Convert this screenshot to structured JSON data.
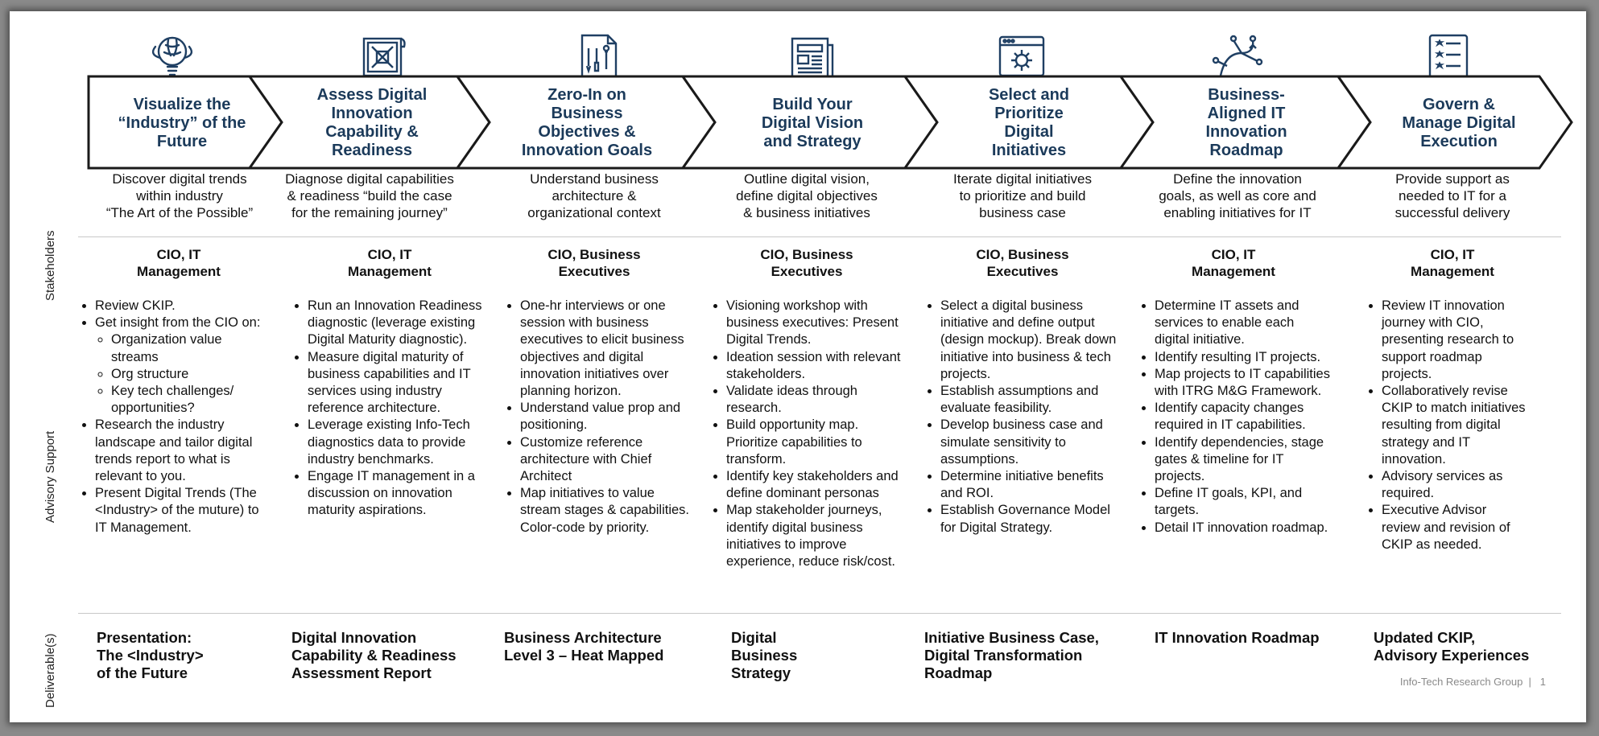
{
  "side_labels": {
    "stakeholders": "Stakeholders",
    "advisory": "Advisory Support",
    "deliverables": "Deliverable(s)"
  },
  "footer": {
    "org": "Info-Tech Research Group",
    "separator": "|",
    "page": "1"
  },
  "colors": {
    "title": "#1b3a5a",
    "icon": "#1f3f63",
    "chevron_stroke": "#1a1a1a"
  },
  "phases": [
    {
      "icon": "brain-lightbulb-icon",
      "title": [
        "Visualize the",
        "“Industry” of the",
        "Future"
      ],
      "desc": [
        "Discover digital trends",
        "within industry",
        "“The Art of the Possible”"
      ],
      "stakeholders": [
        "CIO, IT",
        "Management"
      ],
      "bullets": [
        "Review CKIP.",
        "Get insight from the CIO on:",
        "Research the industry landscape and tailor digital trends report to what is relevant to you.",
        "Present Digital Trends (The <Industry> of the muture) to IT Management."
      ],
      "sub_bullets": [
        "Organization value streams",
        "Org structure",
        "Key tech challenges/ opportunities?"
      ],
      "deliverable": [
        "Presentation:",
        "The <Industry>",
        "of the Future"
      ]
    },
    {
      "icon": "blueprint-icon",
      "title": [
        "Assess Digital",
        "Innovation",
        "Capability &",
        "Readiness"
      ],
      "desc": [
        "Diagnose digital capabilities",
        "& readiness “build the case",
        "for the remaining journey”"
      ],
      "stakeholders": [
        "CIO, IT",
        "Management"
      ],
      "bullets": [
        "Run an Innovation Readiness diagnostic (leverage existing Digital Maturity diagnostic).",
        "Measure digital maturity of business capabilities and IT services using industry reference architecture.",
        "Leverage existing Info-Tech diagnostics data to provide industry benchmarks.",
        "Engage IT management in a discussion on innovation maturity aspirations."
      ],
      "deliverable": [
        "Digital Innovation",
        "Capability & Readiness",
        "Assessment Report"
      ]
    },
    {
      "icon": "document-tools-icon",
      "title": [
        "Zero-In on",
        "Business",
        "Objectives &",
        "Innovation Goals"
      ],
      "desc": [
        "Understand business",
        "architecture &",
        "organizational context"
      ],
      "stakeholders": [
        "CIO, Business",
        "Executives"
      ],
      "bullets": [
        "One-hr interviews or one session with business executives to elicit business objectives and digital innovation initiatives over planning horizon.",
        "Understand value prop and positioning.",
        "Customize reference architecture with Chief Architect",
        "Map initiatives to value stream stages & capabilities. Color-code by priority."
      ],
      "deliverable": [
        "Business Architecture",
        "Level 3 – Heat Mapped"
      ]
    },
    {
      "icon": "newspaper-icon",
      "title": [
        "Build Your",
        "Digital Vision",
        "and Strategy"
      ],
      "desc": [
        "Outline digital vision,",
        "define digital objectives",
        "& business initiatives"
      ],
      "stakeholders": [
        "CIO, Business",
        "Executives"
      ],
      "bullets": [
        "Visioning workshop with business executives: Present Digital Trends.",
        "Ideation session with relevant stakeholders.",
        "Validate ideas through research.",
        "Build opportunity map. Prioritize capabilities to transform.",
        "Identify key stakeholders and define dominant personas",
        "Map stakeholder journeys, identify digital business initiatives to improve experience, reduce risk/cost."
      ],
      "deliverable": [
        "Digital",
        "Business",
        "Strategy"
      ]
    },
    {
      "icon": "browser-gear-icon",
      "title": [
        "Select and",
        "Prioritize",
        "Digital",
        "Initiatives"
      ],
      "desc": [
        "Iterate digital initiatives",
        "to prioritize and build",
        "business case"
      ],
      "stakeholders": [
        "CIO, Business",
        "Executives"
      ],
      "bullets": [
        "Select a digital business initiative and define output (design mockup). Break down initiative into business & tech projects.",
        "Establish assumptions and evaluate feasibility.",
        "Develop business case and simulate sensitivity to assumptions.",
        "Determine initiative benefits and ROI.",
        "Establish Governance Model for Digital Strategy."
      ],
      "deliverable": [
        "Initiative Business Case,",
        "Digital Transformation",
        "Roadmap"
      ]
    },
    {
      "icon": "route-nodes-icon",
      "title": [
        "Business-",
        "Aligned  IT",
        "Innovation",
        "Roadmap"
      ],
      "desc": [
        "Define the innovation",
        "goals, as well as core and",
        "enabling initiatives for IT"
      ],
      "stakeholders": [
        "CIO, IT",
        "Management"
      ],
      "bullets": [
        "Determine IT assets and services to enable each digital initiative.",
        "Identify resulting IT projects.",
        "Map projects to IT capabilities with ITRG M&G Framework.",
        "Identify capacity changes required in IT capabilities.",
        "Identify dependencies, stage gates & timeline for IT projects.",
        "Define IT goals, KPI, and targets.",
        "Detail IT innovation roadmap."
      ],
      "deliverable": [
        "IT Innovation Roadmap"
      ]
    },
    {
      "icon": "checklist-icon",
      "title": [
        "Govern &",
        "Manage Digital",
        "Execution"
      ],
      "desc": [
        "Provide support as",
        "needed to IT for a",
        "successful delivery"
      ],
      "stakeholders": [
        "CIO, IT",
        "Management"
      ],
      "bullets": [
        "Review IT innovation journey with CIO, presenting research to support roadmap projects.",
        "Collaboratively revise CKIP to match initiatives resulting from digital strategy and IT innovation.",
        "Advisory services as required.",
        "Executive Advisor review and revision of CKIP as needed."
      ],
      "deliverable": [
        "Updated CKIP,",
        "Advisory Experiences"
      ]
    }
  ]
}
